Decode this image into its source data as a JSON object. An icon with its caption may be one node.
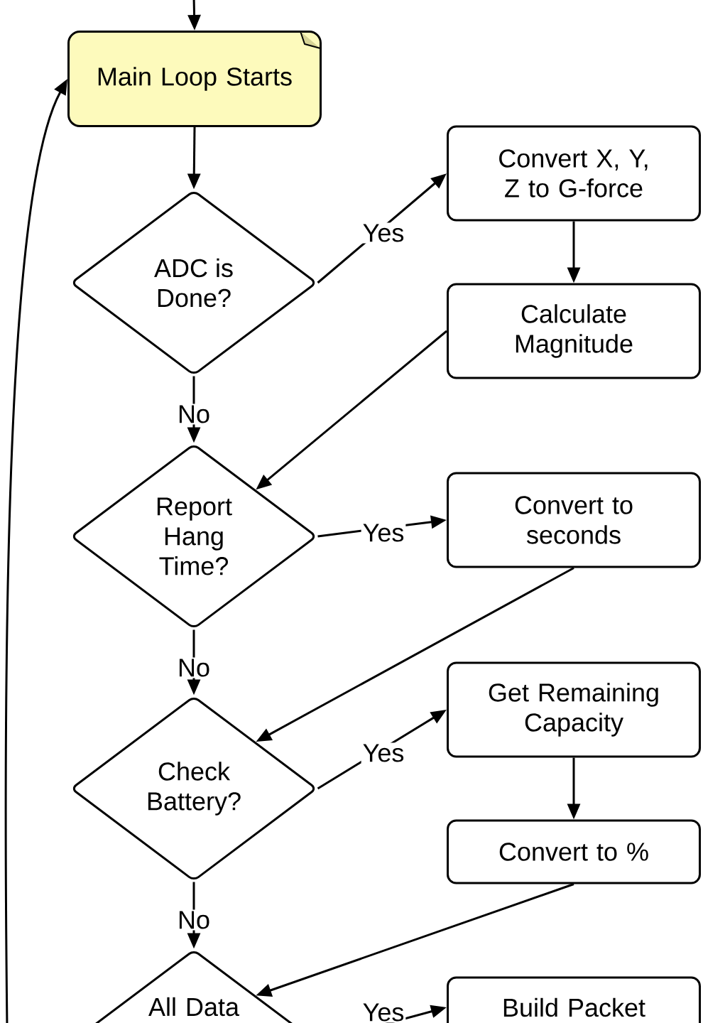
{
  "diagram": {
    "nodes": [
      {
        "text": [
          "Main Loop Starts"
        ]
      },
      {
        "text": [
          "ADC is Done?"
        ]
      },
      {
        "text": [
          "Convert X, Y, Z to G-force"
        ]
      },
      {
        "text": [
          "Calculate Magnitude"
        ]
      },
      {
        "text": [
          "Report Hang Time?"
        ]
      },
      {
        "text": [
          "Convert to seconds"
        ]
      },
      {
        "text": [
          "Check Battery?"
        ]
      },
      {
        "text": [
          "Get Remaining Capacity"
        ]
      },
      {
        "text": [
          "Convert to %"
        ]
      },
      {
        "text": [
          "All Data"
        ]
      },
      {
        "text": [
          "Build Packet"
        ]
      }
    ],
    "edges": [
      {
        "from": null,
        "to": 0,
        "arrow": "to"
      },
      {
        "from": 0,
        "to": 1,
        "arrow": "to"
      },
      {
        "from": 1,
        "to": 2,
        "arrow": "to",
        "label": "Yes"
      },
      {
        "from": 2,
        "to": 3,
        "arrow": "to"
      },
      {
        "from": 3,
        "to": 4,
        "arrow": "to"
      },
      {
        "from": 1,
        "to": 4,
        "arrow": "to",
        "label": "No"
      },
      {
        "from": 4,
        "to": 5,
        "arrow": "to",
        "label": "Yes"
      },
      {
        "from": 5,
        "to": 6,
        "arrow": "to"
      },
      {
        "from": 4,
        "to": 6,
        "arrow": "to",
        "label": "No"
      },
      {
        "from": 6,
        "to": 7,
        "arrow": "to",
        "label": "Yes"
      },
      {
        "from": 7,
        "to": 8,
        "arrow": "to"
      },
      {
        "from": 8,
        "to": 9,
        "arrow": "to"
      },
      {
        "from": 6,
        "to": 9,
        "arrow": "to",
        "label": "No"
      },
      {
        "from": 9,
        "to": 10,
        "arrow": "to",
        "label": "Yes"
      },
      {
        "from": null,
        "to": 0,
        "arrow": "to"
      }
    ]
  }
}
